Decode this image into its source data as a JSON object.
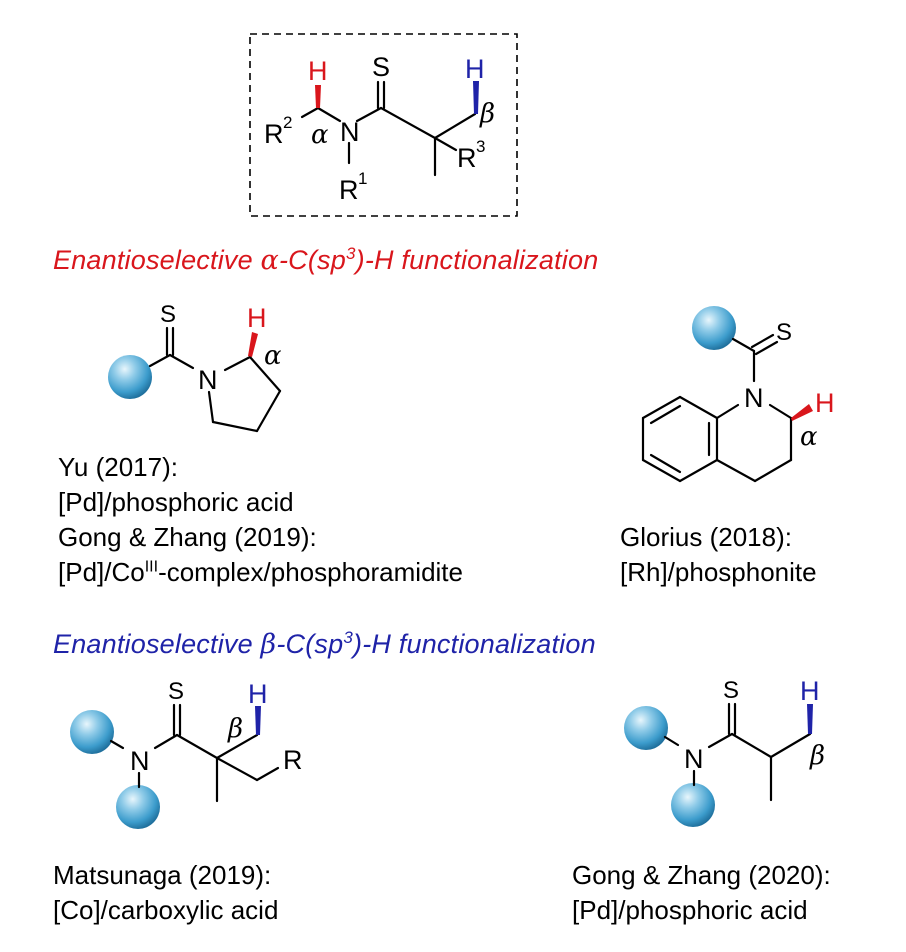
{
  "colors": {
    "alpha_accent": "#d9161c",
    "beta_accent": "#1f23a8",
    "substituent_ball": "#3c9ccc",
    "text": "#000000"
  },
  "general_structure": {
    "atoms": {
      "H_alpha": "H",
      "H_beta": "H",
      "S": "S",
      "N": "N",
      "R2": "R",
      "R2_sup": "2",
      "R1": "R",
      "R1_sup": "1",
      "R3": "R",
      "R3_sup": "3",
      "alpha": "α",
      "beta": "β"
    }
  },
  "alpha_section": {
    "heading": {
      "prefix": "Enantioselective ",
      "greek": "α",
      "middle": "-C(sp",
      "sup": "3",
      "suffix": ")-H functionalization"
    },
    "structure_pyrrolidine": {
      "S": "S",
      "N": "N",
      "H": "H",
      "alpha": "α"
    },
    "structure_tetrahydroquinoline": {
      "S": "S",
      "N": "N",
      "H": "H",
      "alpha": "α"
    },
    "refs_left": [
      {
        "text": "Yu (2017):"
      },
      {
        "text": "[Pd]/phosphoric acid"
      },
      {
        "text": "Gong & Zhang (2019):"
      },
      {
        "pre": "[Pd]/Co",
        "sup": "III",
        "post": "-complex/phosphoramidite"
      }
    ],
    "refs_right": [
      {
        "text": "Glorius (2018):"
      },
      {
        "text": "[Rh]/phosphonite"
      }
    ]
  },
  "beta_section": {
    "heading": {
      "prefix": "Enantioselective ",
      "greek": "β",
      "middle": "-C(sp",
      "sup": "3",
      "suffix": ")-H functionalization"
    },
    "structure_left": {
      "S": "S",
      "N": "N",
      "H": "H",
      "beta": "β",
      "R": "R"
    },
    "structure_right": {
      "S": "S",
      "N": "N",
      "H": "H",
      "beta": "β"
    },
    "refs_left": [
      {
        "text": "Matsunaga (2019):"
      },
      {
        "text": "[Co]/carboxylic acid"
      }
    ],
    "refs_right": [
      {
        "text": "Gong & Zhang (2020):"
      },
      {
        "text": "[Pd]/phosphoric acid"
      }
    ]
  }
}
